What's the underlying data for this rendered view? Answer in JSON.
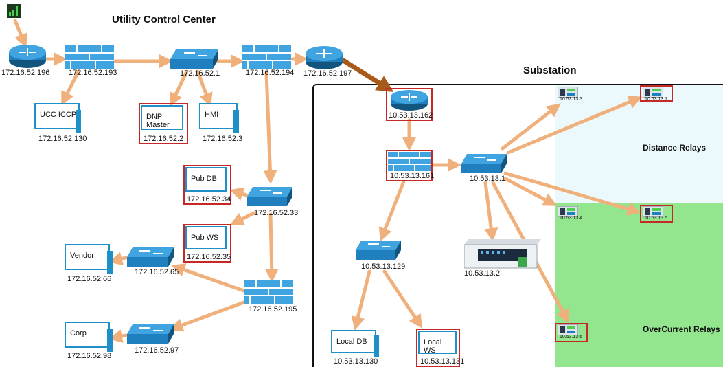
{
  "titles": {
    "ucc": "Utility Control Center",
    "substation": "Substation",
    "distance": "Distance Relays",
    "overcurrent": "OverCurrent Relays"
  },
  "nodes": {
    "r196": "172.16.52.196",
    "fw193": "172.16.52.193",
    "sw1": "172.16.52.1",
    "fw194": "172.16.52.194",
    "r197": "172.16.52.197",
    "ucc_iccp": "172.16.52.130",
    "dnp_master": "172.16.52.2",
    "hmi": "172.16.52.3",
    "pubdb": "172.16.52.34",
    "sw33": "172.16.52.33",
    "pubws": "172.16.52.35",
    "sw65": "172.16.52.65",
    "vendor": "172.16.52.66",
    "fw195": "172.16.52.195",
    "sw97": "172.16.52.97",
    "corp": "172.16.52.98",
    "sr162": "10.53.13.162",
    "sfw161": "10.53.13.161",
    "ssw1": "10.53.13.1",
    "ssw129": "10.53.13.129",
    "rtu": "10.53.13.2",
    "localdb": "10.53.13.130",
    "localws": "10.53.13.131",
    "relay3": "10.53.13.3",
    "relay7": "10.53.13.7",
    "relay4": "10.53.13.4",
    "relay5": "10.53.13.5",
    "relay6": "10.53.13.6"
  },
  "hosts": {
    "ucc_iccp": "UCC ICCP",
    "dnp_master": "DNP Master",
    "hmi": "HMI",
    "pubdb": "Pub DB",
    "pubws": "Pub WS",
    "vendor": "Vendor",
    "corp": "Corp",
    "localdb": "Local DB",
    "localws": "Local WS"
  },
  "colors": {
    "arrow": "#f0b07c",
    "arrow_dark": "#a85a1a",
    "device_blue": "#1f7fbf",
    "highlight_red": "#c62828",
    "distance_zone": "#ebf9fc",
    "overcurrent_zone": "#93e58e"
  }
}
